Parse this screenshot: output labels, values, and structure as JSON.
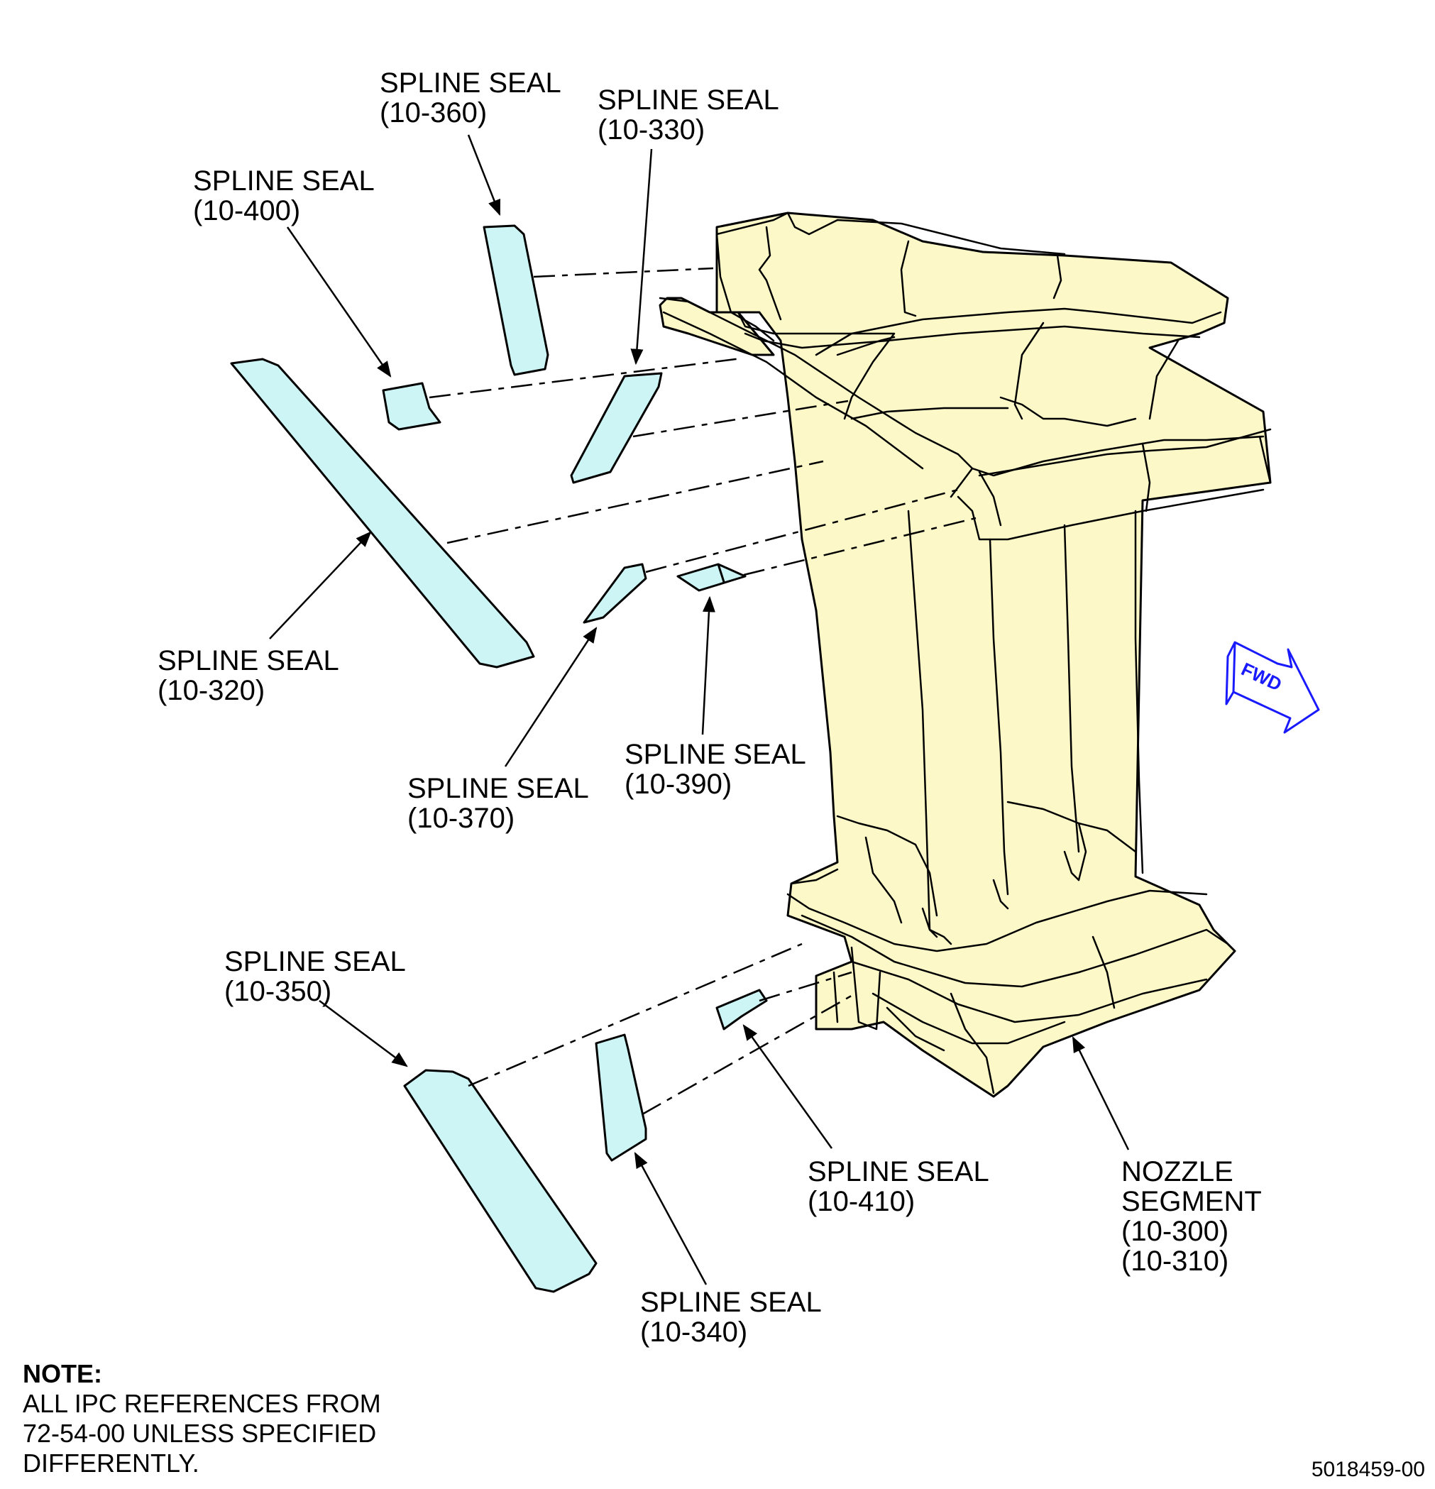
{
  "callouts": [
    {
      "title": "SPLINE SEAL",
      "ref": "(10-360)"
    },
    {
      "title": "SPLINE SEAL",
      "ref": "(10-330)"
    },
    {
      "title": "SPLINE SEAL",
      "ref": "(10-400)"
    },
    {
      "title": "SPLINE SEAL",
      "ref": "(10-320)"
    },
    {
      "title": "SPLINE SEAL",
      "ref": "(10-370)"
    },
    {
      "title": "SPLINE SEAL",
      "ref": "(10-390)"
    },
    {
      "title": "SPLINE SEAL",
      "ref": "(10-350)"
    },
    {
      "title": "SPLINE SEAL",
      "ref": "(10-340)"
    },
    {
      "title": "SPLINE SEAL",
      "ref": "(10-410)"
    }
  ],
  "nozzle": {
    "line1": "NOZZLE",
    "line2": "SEGMENT",
    "ref1": "(10-300)",
    "ref2": "(10-310)"
  },
  "note": {
    "title": "NOTE:",
    "lines": [
      "ALL IPC REFERENCES FROM",
      "72-54-00 UNLESS SPECIFIED",
      "DIFFERENTLY."
    ]
  },
  "fwd_label": "FWD",
  "figure_number": "5018459-00",
  "colors": {
    "seal_fill": "#cdf5f5",
    "segment_fill": "#fdf8c8",
    "fwd_arrow": "#1a1aff"
  }
}
